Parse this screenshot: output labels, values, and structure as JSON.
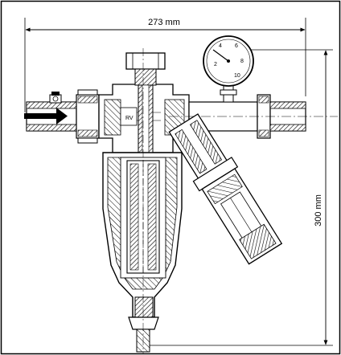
{
  "dimensions": {
    "width_label": "273 mm",
    "height_label": "300 mm"
  },
  "labels": {
    "valve_label": "RV"
  },
  "gauge": {
    "ticks": [
      "2",
      "4",
      "6",
      "8",
      "10"
    ]
  },
  "colors": {
    "line": "#000000",
    "hatch": "#000000",
    "background": "#ffffff"
  }
}
